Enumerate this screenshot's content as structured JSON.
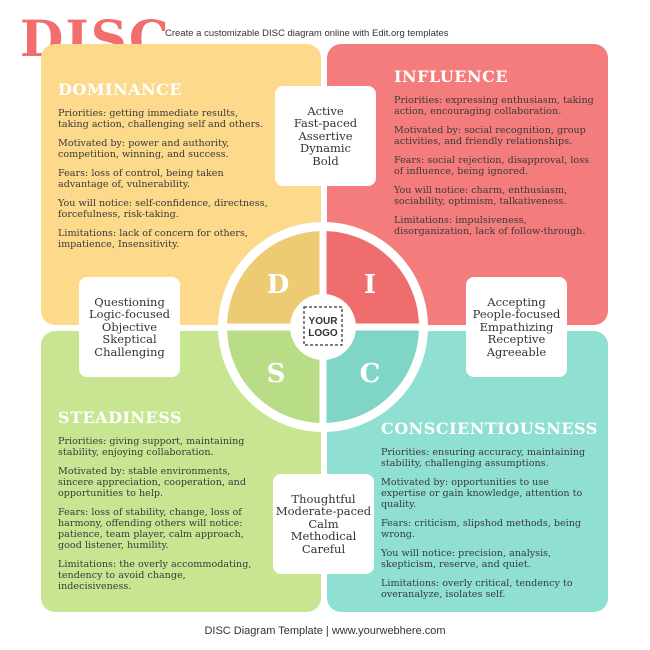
{
  "header": {
    "title": "DISC",
    "subtitle": "Create a customizable DISC diagram online with Edit.org templates"
  },
  "quadrants": {
    "dominance": {
      "heading": "DOMINANCE",
      "paragraphs": [
        "Priorities: getting immediate results, taking action, challenging self and others.",
        "Motivated by: power and authority, competition, winning, and success.",
        "Fears: loss of control, being taken advantage of, vulnerability.",
        "You will notice: self-confidence, directness, forcefulness, risk-taking.",
        "Limitations: lack of concern for others, impatience, Insensitivity."
      ]
    },
    "influence": {
      "heading": "INFLUENCE",
      "paragraphs": [
        "Priorities: expressing enthusiasm, taking action, encouraging collaboration.",
        "Motivated by: social recognition, group activities, and friendly relationships.",
        "Fears: social rejection, disapproval, loss of influence, being ignored.",
        "You will notice: charm, enthusiasm, sociability, optimism, talkativeness.",
        "Limitations: impulsiveness, disorganization, lack of follow-through."
      ]
    },
    "steadiness": {
      "heading": "STEADINESS",
      "paragraphs": [
        "Priorities: giving support, maintaining stability, enjoying collaboration.",
        "Motivated by: stable environments, sincere appreciation, cooperation, and opportunities to help.",
        "Fears: loss of stability, change, loss of harmony, offending others will notice: patience, team player, calm approach, good listener, humility.",
        "Limitations: the overly accommodating, tendency to avoid change, indecisiveness."
      ]
    },
    "conscientiousness": {
      "heading": "CONSCIENTIOUSNESS",
      "paragraphs": [
        "Priorities: ensuring accuracy, maintaining stability, challenging assumptions.",
        "Motivated by: opportunities to use expertise or gain knowledge, attention to quality.",
        "Fears: criticism, slipshod methods, being wrong.",
        "You will notice: precision, analysis, skepticism, reserve, and quiet.",
        "Limitations: overly critical, tendency to overanalyze, isolates self."
      ]
    }
  },
  "cards": {
    "top": [
      "Active",
      "Fast-paced",
      "Assertive",
      "Dynamic",
      "Bold"
    ],
    "left": [
      "Questioning",
      "Logic-focused",
      "Objective",
      "Skeptical",
      "Challenging"
    ],
    "right": [
      "Accepting",
      "People-focused",
      "Empathizing",
      "Receptive",
      "Agreeable"
    ],
    "bottom": [
      "Thoughtful",
      "Moderate-paced",
      "Calm",
      "Methodical",
      "Careful"
    ]
  },
  "wheel": {
    "letters": {
      "d": "D",
      "i": "I",
      "s": "S",
      "c": "C"
    },
    "logo_line1": "YOUR",
    "logo_line2": "LOGO"
  },
  "footer": "DISC Diagram Template | www.yourwebhere.com",
  "colors": {
    "dominance": "#fcd98b",
    "influence": "#f47c7c",
    "steadiness": "#c8e692",
    "conscientiousness": "#8fe0d2",
    "title": "#f26d6d",
    "wheel_d": "#eccb73",
    "wheel_i": "#ef6d6d",
    "wheel_s": "#b9dc87",
    "wheel_c": "#7fd6c7"
  }
}
